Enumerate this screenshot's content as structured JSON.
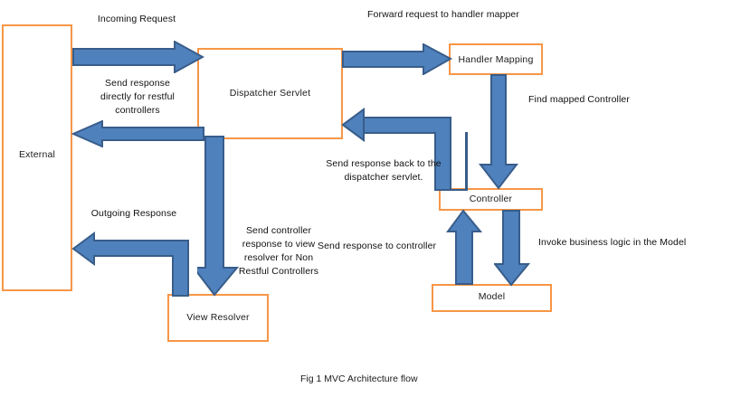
{
  "figure": {
    "caption": "Fig 1 MVC Architecture flow",
    "colors": {
      "node_border": "#F79646",
      "node_fill": "#FFFFFF",
      "arrow_fill": "#4F81BD",
      "arrow_stroke": "#385D8A",
      "text": "#111111",
      "background": "#FFFFFF"
    }
  },
  "nodes": [
    {
      "id": "external",
      "label": "External"
    },
    {
      "id": "dispatcher",
      "label": "Dispatcher Servlet"
    },
    {
      "id": "handler_mapping",
      "label": "Handler Mapping"
    },
    {
      "id": "controller",
      "label": "Controller"
    },
    {
      "id": "model",
      "label": "Model"
    },
    {
      "id": "view_resolver",
      "label": "View Resolver"
    }
  ],
  "edge_labels": {
    "incoming_request": "Incoming Request",
    "restful_response": "Send response\ndirectly for restful\ncontrollers",
    "forward_request": "Forward request to handler mapper",
    "find_controller": "Find mapped Controller",
    "response_back": "Send response back to the\ndispatcher servlet.",
    "send_to_view_resolver": "Send controller\nresponse to view\nresolver for Non\nRestful Controllers",
    "outgoing_response": "Outgoing Response",
    "response_to_controller": "Send response to controller",
    "invoke_model": "Invoke business logic in the Model"
  }
}
